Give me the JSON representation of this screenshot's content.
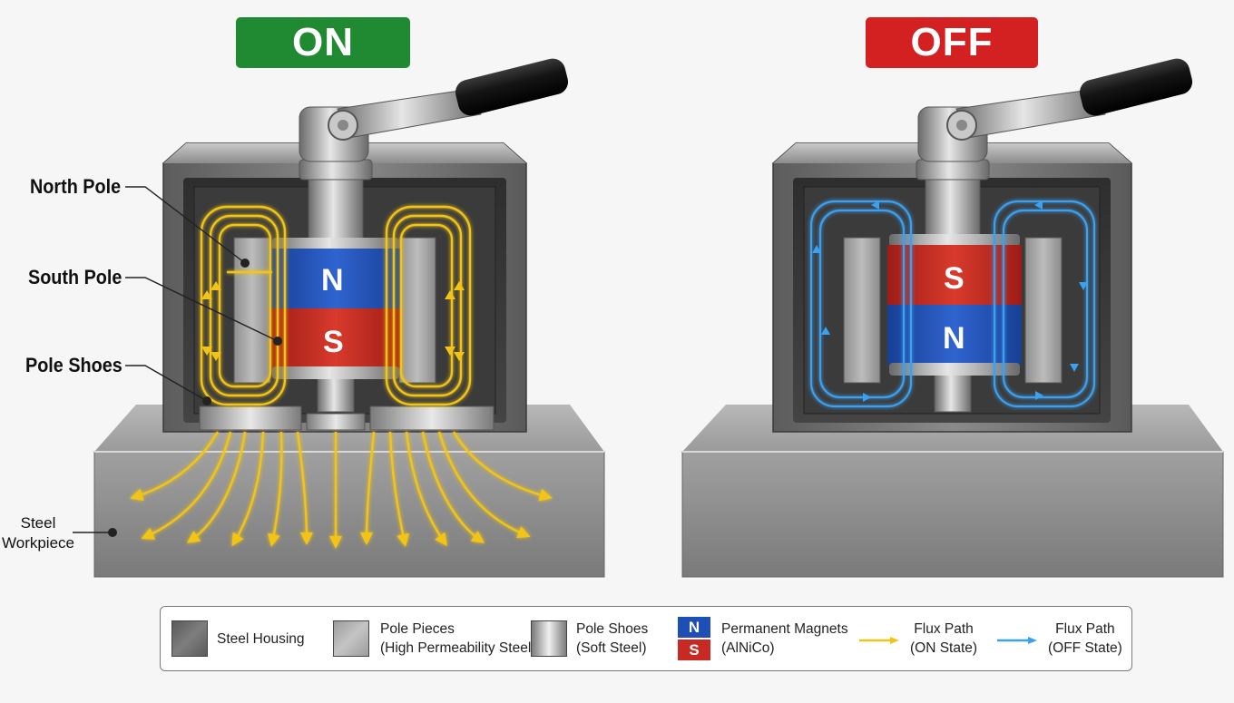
{
  "states": {
    "on": {
      "label": "ON",
      "color": "#1f8a32"
    },
    "off": {
      "label": "OFF",
      "color": "#d32020"
    }
  },
  "magnet": {
    "north": "N",
    "south": "S",
    "north_color": "#1e4fb5",
    "south_color": "#c62a22"
  },
  "callouts": {
    "north_pole": "North Pole",
    "south_pole": "South Pole",
    "pole_shoes": "Pole Shoes",
    "workpiece_line1": "Steel",
    "workpiece_line2": "Workpiece"
  },
  "legend": {
    "steel_housing": "Steel Housing",
    "pole_pieces_line1": "Pole Pieces",
    "pole_pieces_line2": "(High Permeability Steel)",
    "pole_shoes_line1": "Pole Shoes",
    "pole_shoes_line2": "(Soft Steel)",
    "magnet_n": "N",
    "magnet_s": "S",
    "magnets_line1": "Permanent Magnets",
    "magnets_line2": "(AlNiCo)",
    "flux_on_line1": "Flux Path",
    "flux_on_line2": "(ON State)",
    "flux_off_line1": "Flux Path",
    "flux_off_line2": "(OFF State)"
  },
  "colors": {
    "flux_on": "#f2c418",
    "flux_off": "#3aa0f0",
    "housing": "#6e6e6e",
    "steel_light": "#a9a9a9"
  }
}
